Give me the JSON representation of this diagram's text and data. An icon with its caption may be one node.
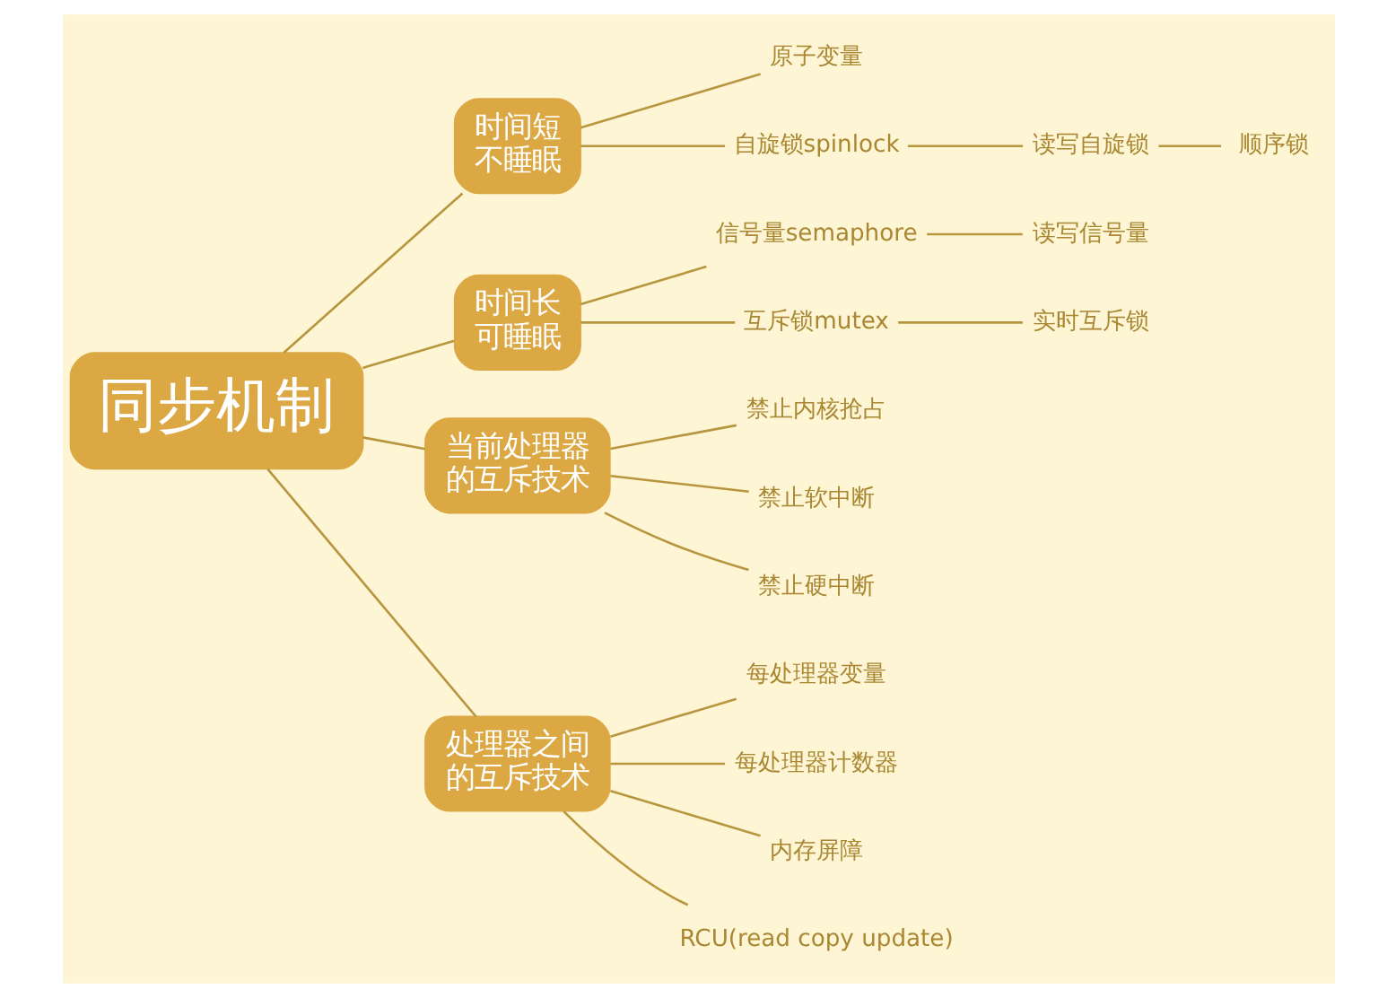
{
  "diagram": {
    "nodes": [
      {
        "text": [
          "同步机制"
        ]
      },
      {
        "text": [
          "时间短不睡眠"
        ]
      },
      {
        "text": [
          "原子变量"
        ]
      },
      {
        "text": [
          "自旋锁spinlock"
        ]
      },
      {
        "text": [
          "读写自旋锁"
        ]
      },
      {
        "text": [
          "顺序锁"
        ]
      },
      {
        "text": [
          "时间长可睡眠"
        ]
      },
      {
        "text": [
          "信号量semaphore"
        ]
      },
      {
        "text": [
          "读写信号量"
        ]
      },
      {
        "text": [
          "互斥锁mutex"
        ]
      },
      {
        "text": [
          "实时互斥锁"
        ]
      },
      {
        "text": [
          "当前处理器的互斥技术"
        ]
      },
      {
        "text": [
          "禁止内核抢占"
        ]
      },
      {
        "text": [
          "禁止软中断"
        ]
      },
      {
        "text": [
          "禁止硬中断"
        ]
      },
      {
        "text": [
          "处理器之间的互斥技术"
        ]
      },
      {
        "text": [
          "每处理器变量"
        ]
      },
      {
        "text": [
          "每处理器计数器"
        ]
      },
      {
        "text": [
          "内存屏障"
        ]
      },
      {
        "text": [
          "RCU(read copy update)"
        ]
      }
    ],
    "edges": [
      {
        "from": 0,
        "to": 1,
        "arrow": "none"
      },
      {
        "from": 1,
        "to": 2,
        "arrow": "none"
      },
      {
        "from": 1,
        "to": 3,
        "arrow": "none"
      },
      {
        "from": 3,
        "to": 4,
        "arrow": "none"
      },
      {
        "from": 4,
        "to": 5,
        "arrow": "none"
      },
      {
        "from": 0,
        "to": 6,
        "arrow": "none"
      },
      {
        "from": 6,
        "to": 7,
        "arrow": "none"
      },
      {
        "from": 7,
        "to": 8,
        "arrow": "none"
      },
      {
        "from": 6,
        "to": 9,
        "arrow": "none"
      },
      {
        "from": 9,
        "to": 10,
        "arrow": "none"
      },
      {
        "from": 0,
        "to": 11,
        "arrow": "none"
      },
      {
        "from": 11,
        "to": 12,
        "arrow": "none"
      },
      {
        "from": 11,
        "to": 13,
        "arrow": "none"
      },
      {
        "from": 11,
        "to": 14,
        "arrow": "none"
      },
      {
        "from": 0,
        "to": 15,
        "arrow": "none"
      },
      {
        "from": 15,
        "to": 16,
        "arrow": "none"
      },
      {
        "from": 15,
        "to": 17,
        "arrow": "none"
      },
      {
        "from": 15,
        "to": 18,
        "arrow": "none"
      },
      {
        "from": 15,
        "to": 19,
        "arrow": "none"
      }
    ]
  }
}
